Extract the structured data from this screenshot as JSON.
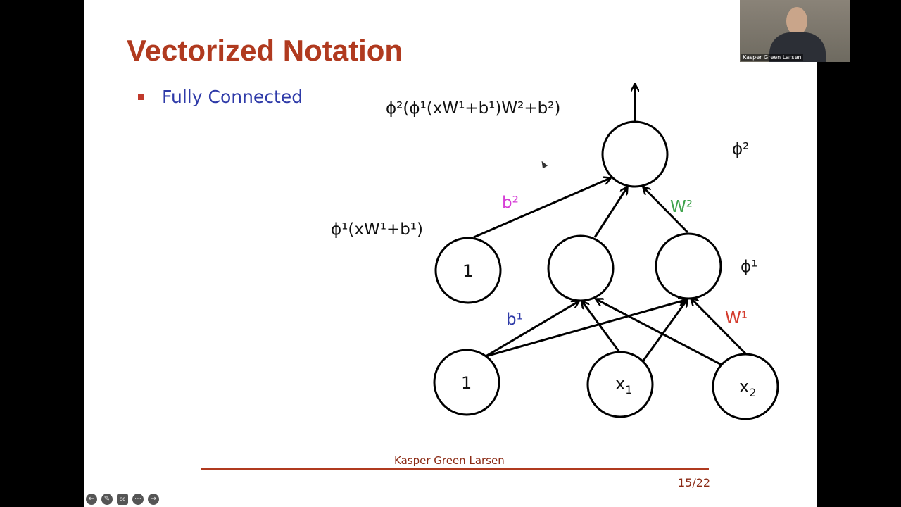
{
  "slide": {
    "title": "Vectorized Notation",
    "bullet": "Fully Connected",
    "footer_name": "Kasper Green Larsen",
    "page": "15/22"
  },
  "diagram": {
    "output_expr": "ϕ²(ϕ¹(xW¹+b¹)W²+b²)",
    "hidden_expr": "ϕ¹(xW¹+b¹)",
    "phi2": "ϕ²",
    "phi1": "ϕ¹",
    "b2": "b²",
    "W2": "W²",
    "b1": "b¹",
    "W1": "W¹",
    "bias_hidden": "1",
    "bias_input": "1",
    "x1": "x",
    "x1_sub": "1",
    "x2": "x",
    "x2_sub": "2",
    "colors": {
      "b2": "#d63fd6",
      "W2": "#3fa34d",
      "b1": "#2e3aa8",
      "W1": "#d43c2e"
    }
  },
  "webcam": {
    "name": "Kasper Green Larsen"
  }
}
